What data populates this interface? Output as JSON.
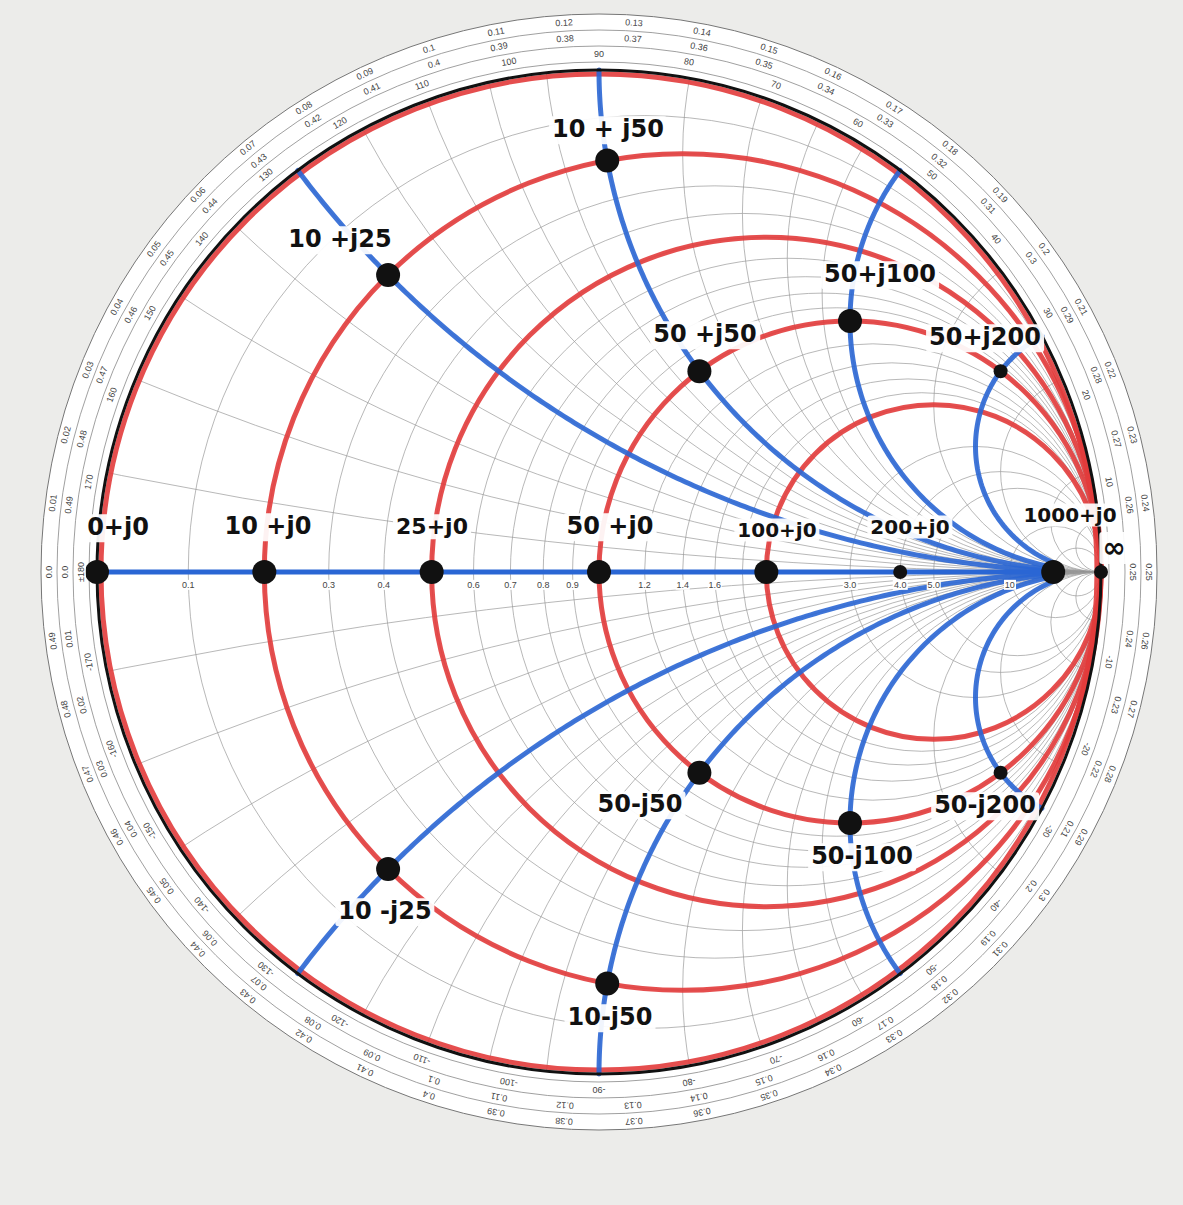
{
  "diagram": {
    "labels": [
      "0+j0",
      "10 +j0",
      "25+j0",
      "50 +j0",
      "100+j0",
      "200+j0",
      "1000+j0",
      "∞",
      "10 +j25",
      "10 + j50",
      "50 +j50",
      "50+j100",
      "50+j200",
      "10 -j25",
      "10-j50",
      "50-j50",
      "50-j100",
      "50-j200",
      "0.0",
      "0.01",
      "0.02",
      "0.03",
      "0.04",
      "0.05",
      "0.06",
      "0.07",
      "0.08",
      "0.09",
      "0.1",
      "0.11",
      "0.12",
      "0.13",
      "0.14",
      "0.15",
      "0.16",
      "0.17",
      "0.18",
      "0.19",
      "0.2",
      "0.21",
      "0.22",
      "0.23",
      "0.24",
      "0.25",
      "0.26",
      "0.27",
      "0.28",
      "0.29",
      "0.3",
      "0.31",
      "0.32",
      "0.33",
      "0.34",
      "0.35",
      "0.36",
      "0.37",
      "0.38",
      "0.39",
      "0.4",
      "0.41",
      "0.42",
      "0.43",
      "0.44",
      "0.45",
      "0.46",
      "0.47",
      "0.48",
      "0.49",
      "0.0",
      "0.01",
      "0.02",
      "0.03",
      "0.04",
      "0.05",
      "0.06",
      "0.07",
      "0.08",
      "0.09",
      "0.1",
      "0.11",
      "0.12",
      "0.13",
      "0.14",
      "0.15",
      "0.16",
      "0.17",
      "0.18",
      "0.19",
      "0.2",
      "0.21",
      "0.22",
      "0.23",
      "0.24",
      "0.25",
      "0.26",
      "0.27",
      "0.28",
      "0.29",
      "0.3",
      "0.31",
      "0.32",
      "0.33",
      "0.34",
      "0.35",
      "0.36",
      "0.37",
      "0.38",
      "0.39",
      "0.4",
      "0.41",
      "0.42",
      "0.43",
      "0.44",
      "0.45",
      "0.46",
      "0.47",
      "0.48",
      "0.49",
      "10",
      "20",
      "30",
      "40",
      "50",
      "60",
      "70",
      "80",
      "90",
      "100",
      "110",
      "120",
      "130",
      "140",
      "150",
      "160",
      "170",
      "±180",
      "-170",
      "-160",
      "-150",
      "-140",
      "-130",
      "-120",
      "-110",
      "-100",
      "-90",
      "-80",
      "-70",
      "-60",
      "-50",
      "-40",
      "-30",
      "-20",
      "-10",
      "0.1",
      "0.3",
      "0.4",
      "0.6",
      "0.7",
      "0.8",
      "0.9",
      "1.2",
      "1.4",
      "1.6",
      "3.0",
      "4.0",
      "5.0",
      "10"
    ]
  }
}
